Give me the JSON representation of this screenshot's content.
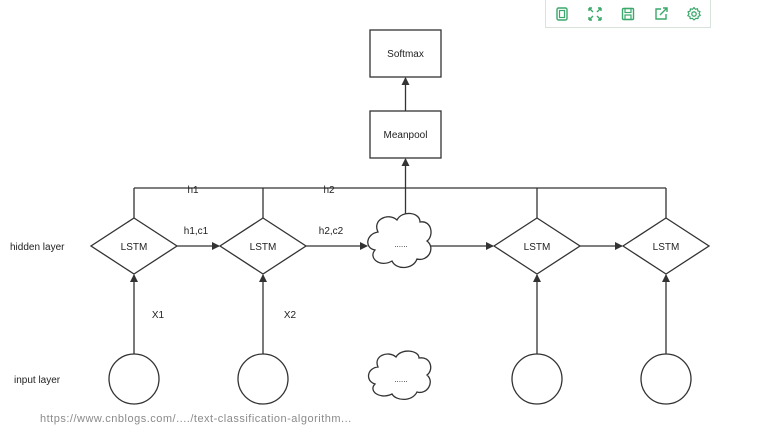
{
  "toolbar": {
    "buttons": [
      {
        "icon": "copy-icon"
      },
      {
        "icon": "fullscreen-icon"
      },
      {
        "icon": "save-icon"
      },
      {
        "icon": "share-icon"
      },
      {
        "icon": "settings-icon"
      }
    ],
    "color": "#3aa86a"
  },
  "diagram": {
    "softmax": "Softmax",
    "meanpool": "Meanpool",
    "hidden_layer_label": "hidden layer",
    "input_layer_label": "input layer",
    "lstm": [
      "LSTM",
      "LSTM",
      "LSTM",
      "LSTM"
    ],
    "cloud_hidden": "......",
    "cloud_input": "......",
    "h1": "h1",
    "h2": "h2",
    "h1c1": "h1,c1",
    "h2c2": "h2,c2",
    "x1": "X1",
    "x2": "X2"
  },
  "watermark": "https://www.cnblogs.com/..../text-classification-algorithm..."
}
